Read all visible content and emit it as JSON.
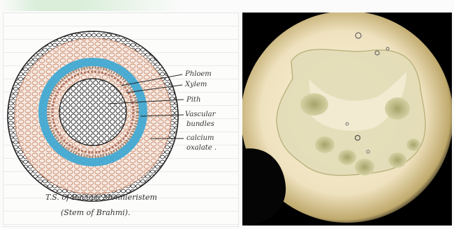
{
  "diagram": {
    "labels": {
      "phloem": "Phloem",
      "xylem": "Xylem",
      "pith": "Pith",
      "vascular_1": "Vascular",
      "vascular_2": "bundles",
      "calcium_1": "calcium",
      "calcium_2": "oxalate ."
    },
    "caption_1": "T.S. of Bacopa Monnieristem",
    "caption_2": "(Stem of Brahmi)."
  },
  "colors": {
    "cortex": "#c98a6a",
    "vascular_ring": "#3aa7d4",
    "pith_outline": "#222222",
    "micrograph_bg": "#f1e7cf",
    "micrograph_vignette": "#000000"
  }
}
